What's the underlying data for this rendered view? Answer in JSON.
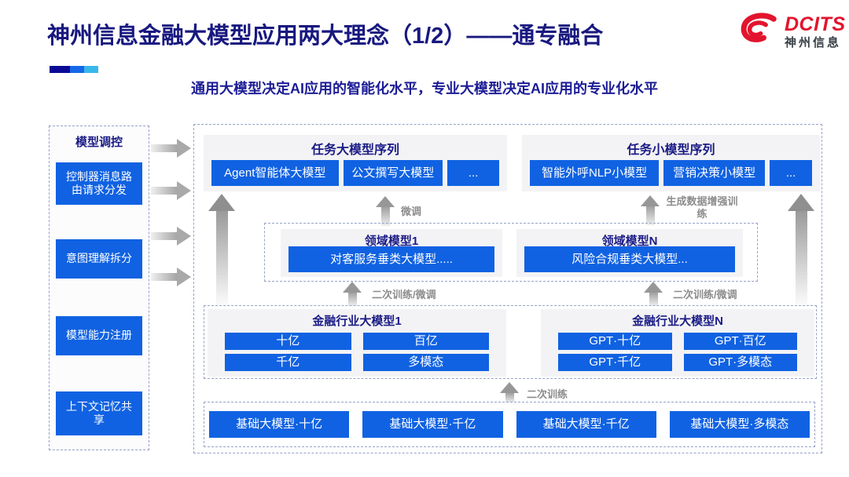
{
  "slide": {
    "title": "神州信息金融大模型应用两大理念（1/2）——通专融合",
    "subtitle": "通用大模型决定AI应用的智能化水平，专业大模型决定AI应用的专业化水平"
  },
  "logo": {
    "brand": "DCITS",
    "brand_cn": "神州信息"
  },
  "colors": {
    "node_blue": "#1062e2",
    "navy_text": "#181880",
    "logo_red": "#e2142d",
    "label_gray": "#8c8c8c"
  },
  "sidebar": {
    "title": "模型调控",
    "items": [
      "控制器消息路由请求分发",
      "意图理解拆分",
      "模型能力注册",
      "上下文记忆共享"
    ]
  },
  "task_large": {
    "title": "任务大模型序列",
    "nodes": [
      "Agent智能体大模型",
      "公文撰写大模型",
      "..."
    ]
  },
  "task_small": {
    "title": "任务小模型序列",
    "nodes": [
      "智能外呼NLP小模型",
      "营销决策小模型",
      "..."
    ]
  },
  "domain": {
    "group1": {
      "title": "领域模型1",
      "node": "对客服务垂类大模型....."
    },
    "groupN": {
      "title": "领域模型N",
      "node": "风险合规垂类大模型..."
    }
  },
  "industry": {
    "group1": {
      "title": "金融行业大模型1",
      "nodes": [
        "十亿",
        "百亿",
        "千亿",
        "多模态"
      ]
    },
    "groupN": {
      "title": "金融行业大模型N",
      "nodes": [
        "GPT·十亿",
        "GPT·百亿",
        "GPT·千亿",
        "GPT·多模态"
      ]
    }
  },
  "foundation": {
    "nodes": [
      "基础大模型·十亿",
      "基础大模型·千亿",
      "基础大模型·千亿",
      "基础大模型·多模态"
    ]
  },
  "labels": {
    "finetune": "微调",
    "gen_data_train": "生成数据增强训练",
    "secondary_finetune": "二次训练/微调",
    "secondary_train": "二次训练"
  }
}
